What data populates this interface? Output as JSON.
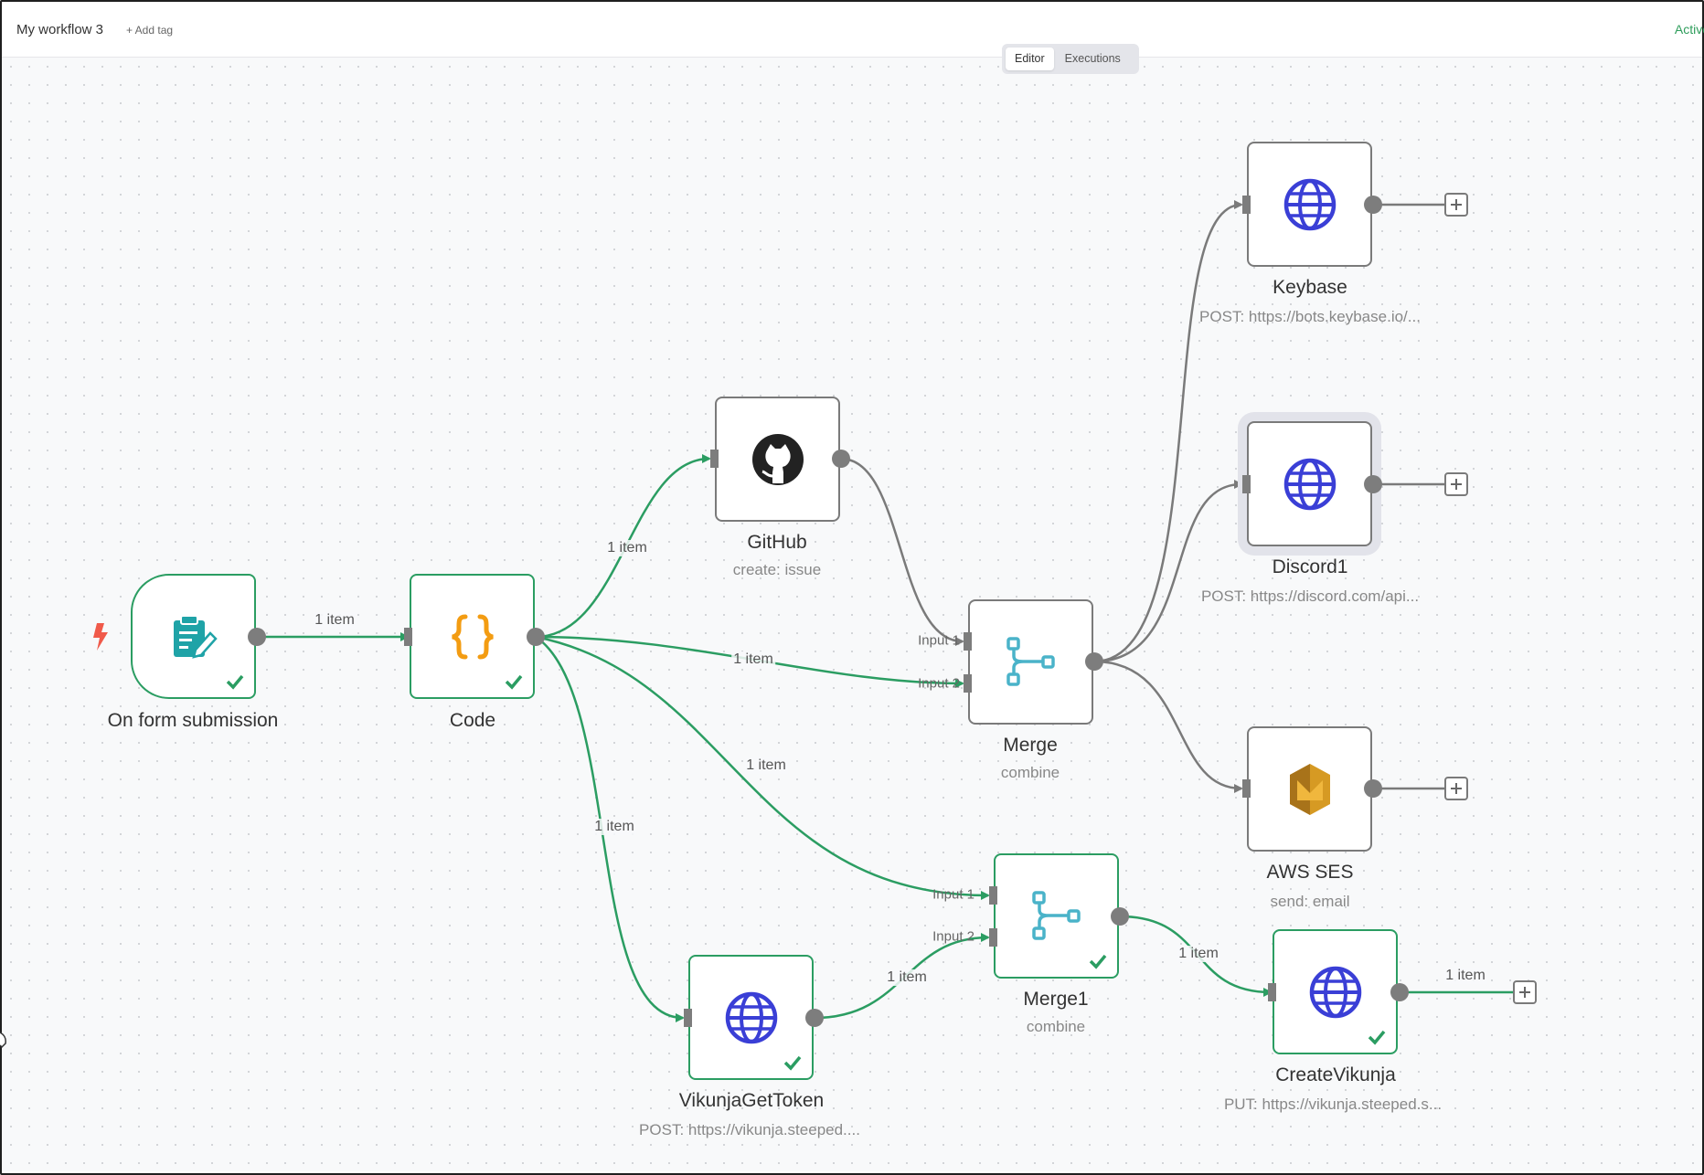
{
  "header": {
    "workflow_title": "My workflow 3",
    "add_tag": "+ Add tag",
    "active_label": "Active"
  },
  "tabs": [
    {
      "label": "Editor",
      "active": true
    },
    {
      "label": "Executions",
      "active": false
    }
  ],
  "nodes": {
    "form": {
      "label": "On form submission",
      "subtitle": "",
      "icon": "form-icon",
      "status": "success"
    },
    "code": {
      "label": "Code",
      "subtitle": "",
      "icon": "code-braces-icon",
      "status": "success"
    },
    "github": {
      "label": "GitHub",
      "subtitle": "create: issue",
      "icon": "github-icon",
      "status": "none"
    },
    "merge": {
      "label": "Merge",
      "subtitle": "combine",
      "icon": "merge-icon",
      "status": "none"
    },
    "keybase": {
      "label": "Keybase",
      "subtitle": "POST: https://bots.keybase.io/...",
      "icon": "globe-icon",
      "status": "none"
    },
    "discord": {
      "label": "Discord1",
      "subtitle": "POST: https://discord.com/api...",
      "icon": "globe-icon",
      "status": "selected"
    },
    "awsses": {
      "label": "AWS SES",
      "subtitle": "send: email",
      "icon": "aws-ses-icon",
      "status": "none"
    },
    "vikunja_token": {
      "label": "VikunjaGetToken",
      "subtitle": "POST: https://vikunja.steeped....",
      "icon": "globe-icon",
      "status": "success"
    },
    "merge1": {
      "label": "Merge1",
      "subtitle": "combine",
      "icon": "merge-icon",
      "status": "success"
    },
    "create_vikunja": {
      "label": "CreateVikunja",
      "subtitle": "PUT: https://vikunja.steeped.s...",
      "icon": "globe-icon",
      "status": "success"
    }
  },
  "edge_labels": {
    "form_code": "1 item",
    "code_github": "1 item",
    "code_merge": "1 item",
    "code_merge1": "1 item",
    "code_vikunja": "1 item",
    "vikunja_merge1": "1 item",
    "merge1_create": "1 item",
    "create_out": "1 item"
  },
  "input_labels": {
    "merge_in1": "Input 1",
    "merge_in2": "Input 2",
    "merge1_in1": "Input 1",
    "merge1_in2": "Input 2"
  },
  "colors": {
    "success": "#2b9d62",
    "idle": "#7a7a7a",
    "globe": "#3a3fd6",
    "code": "#f39c12",
    "form": "#1fa3a7",
    "merge": "#4ab3c9",
    "trigger": "#f05a4a"
  }
}
